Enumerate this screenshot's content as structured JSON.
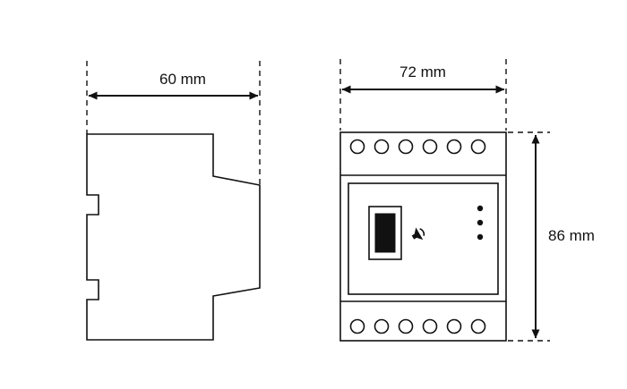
{
  "diagram": {
    "kind": "technical-dimension-drawing",
    "subject": "DIN-rail module, side view and front view",
    "colors": {
      "line": "#111111",
      "background": "#ffffff"
    },
    "side_view": {
      "width_dimension": "60 mm"
    },
    "front_view": {
      "width_dimension": "72 mm",
      "height_dimension": "86 mm",
      "terminals_top": 6,
      "terminals_bottom": 6,
      "indicator_dots": 3,
      "icons": [
        "terminal-screw-icon",
        "display-window-icon",
        "speaker-icon",
        "indicator-dot"
      ]
    }
  }
}
